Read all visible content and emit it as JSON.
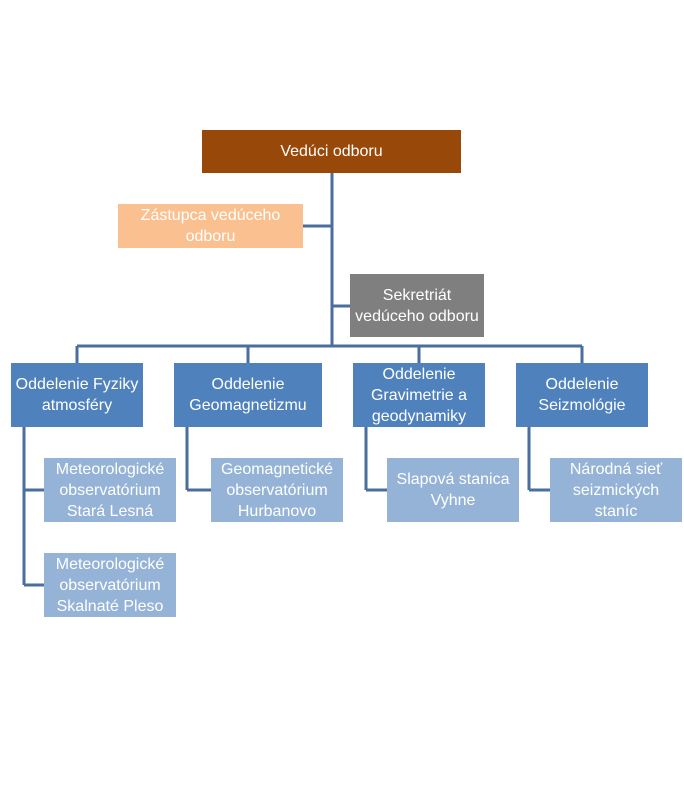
{
  "org_chart": {
    "head": "Vedúci odboru",
    "deputy": "Zástupca vedúceho\nodboru",
    "secretariat": "Sekretriát\nvedúceho odboru",
    "departments": [
      {
        "name": "Oddelenie Fyziky\natmosféry",
        "units": [
          "Meteorologické\nobservatórium\nStará Lesná",
          "Meteorologické\nobservatórium\nSkalnaté Pleso"
        ]
      },
      {
        "name": "Oddelenie\nGeomagnetizmu",
        "units": [
          "Geomagnetické\nobservatórium\nHurbanovo"
        ]
      },
      {
        "name": "Oddelenie\nGravimetrie a\ngeodynamiky",
        "units": [
          "Slapová stanica\nVyhne"
        ]
      },
      {
        "name": "Oddelenie\nSeizmológie",
        "units": [
          "Národná sieť\nseizmických\nstaníc"
        ]
      }
    ],
    "colors": {
      "head": "#984808",
      "deputy": "#fac090",
      "secretariat": "#7f7f7f",
      "department": "#4f81bd",
      "unit": "#95b3d7",
      "connector": "#4a6e9e",
      "text": "#ffffff"
    }
  }
}
